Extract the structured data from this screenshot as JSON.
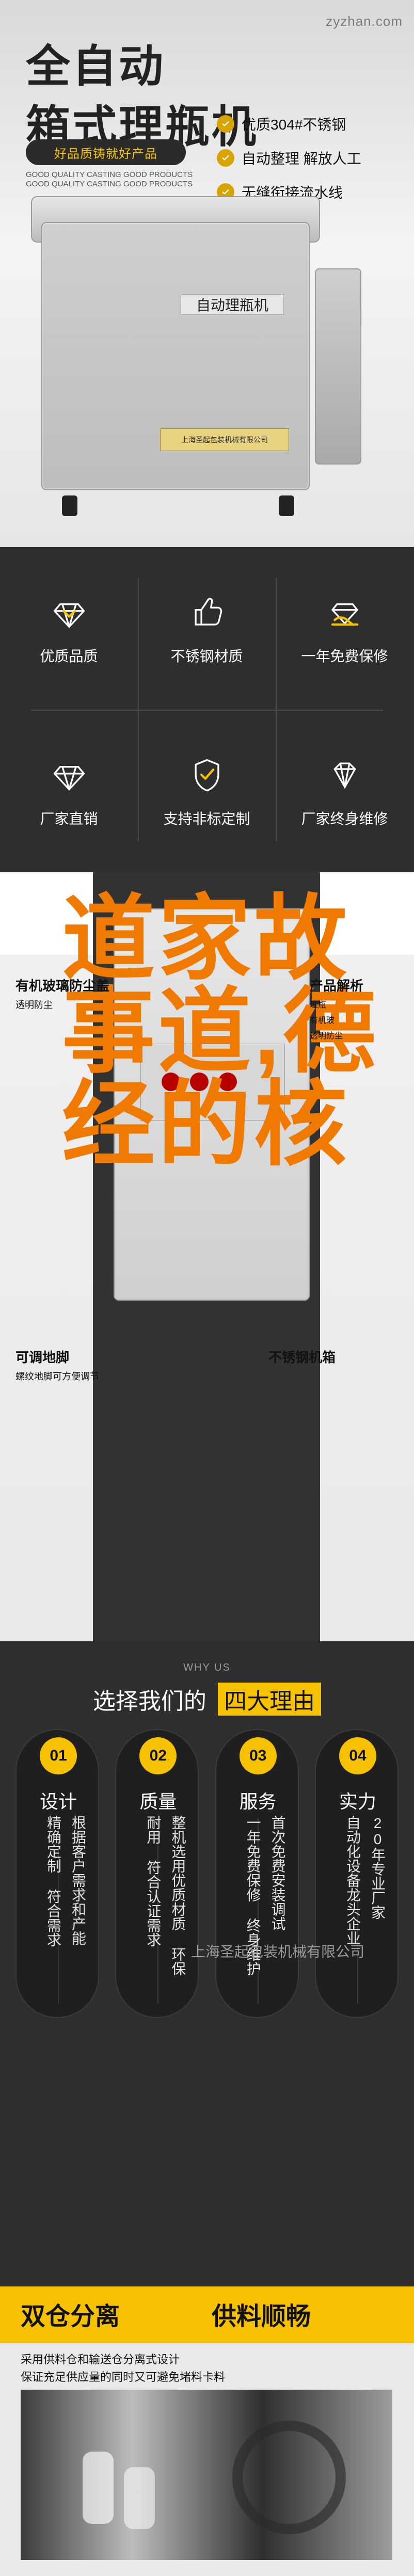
{
  "site": {
    "watermark": "zyzhan.com"
  },
  "hero": {
    "title_line1": "全自动",
    "title_line2": "箱式理瓶机",
    "tagline": "好品质铸就好产品",
    "subtitle_en": "GOOD QUALITY CASTING GOOD PRODUCTS GOOD QUALITY CASTING GOOD PRODUCTS",
    "features": [
      {
        "icon": "check-icon",
        "text": "优质304#不锈钢"
      },
      {
        "icon": "check-icon",
        "text": "自动整理 解放人工"
      },
      {
        "icon": "check-icon",
        "text": "无缝衔接流水线"
      }
    ],
    "machine_label": "自动理瓶机",
    "machine_plate": "上海圣起包装机械有限公司"
  },
  "benefits": {
    "items": [
      {
        "icon": "diamond-icon",
        "label": "优质品质"
      },
      {
        "icon": "thumbs-up-icon",
        "label": "不锈钢材质"
      },
      {
        "icon": "hand-diamond-icon",
        "label": "一年免费保修"
      },
      {
        "icon": "diamond-icon",
        "label": "厂家直销"
      },
      {
        "icon": "shield-check-icon",
        "label": "支持非标定制"
      },
      {
        "icon": "gem-icon",
        "label": "厂家终身维修"
      }
    ]
  },
  "promo": {
    "overlay_text": "道家故事道,德经的核",
    "left_top_title": "有机玻璃防尘盖",
    "left_top_small": "透明防尘",
    "right_top_title": "产品解析",
    "right_top_small": "理瓶",
    "right_side_small_1": "有机玻",
    "right_side_small_2": "透明防尘",
    "left_bottom_title": "可调地脚",
    "left_bottom_small": "螺纹地脚可方便调节",
    "right_bottom_title": "不锈钢机箱"
  },
  "reasons": {
    "why_en": "WHY US",
    "title_prefix": "选择我们的",
    "title_highlight": "四大理由",
    "cards": [
      {
        "num": "01",
        "title": "设计",
        "v1": "精确定制 符合需求",
        "v2": "根据客户需求和产能"
      },
      {
        "num": "02",
        "title": "质量",
        "v1": "耐用 符合认证需求",
        "v2": "整机选用优质材质 环保"
      },
      {
        "num": "03",
        "title": "服务",
        "v1": "一年免费保修 终身维护",
        "v2": "首次免费安装调试"
      },
      {
        "num": "04",
        "title": "实力",
        "v1": "自动化设备龙头企业",
        "v2": "20年专业厂家"
      }
    ],
    "company_watermark": "上海圣起包装机械有限公司"
  },
  "bottom": {
    "band_left": "双仓分离",
    "band_right": "供料顺畅",
    "desc_line1": "采用供料仓和输送仓分离式设计",
    "desc_line2": "保证充足供应量的同时又可避免堵料卡料"
  }
}
